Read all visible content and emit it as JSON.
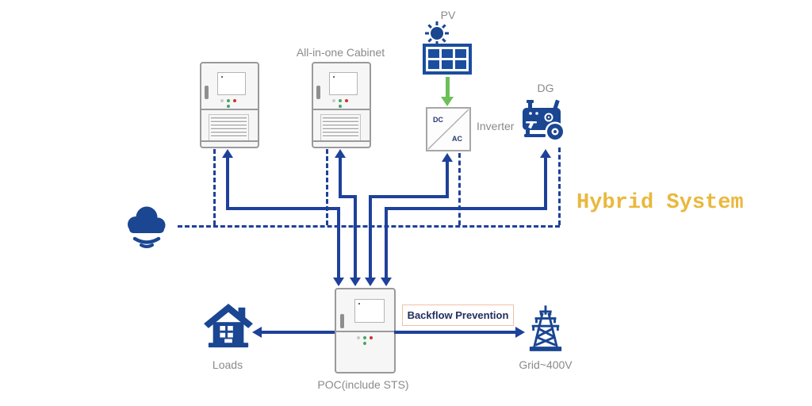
{
  "title": "Hybrid System",
  "labels": {
    "cabinet": "All-in-one Cabinet",
    "pv": "PV",
    "dg": "DG",
    "inverter": "Inverter",
    "inverter_dc": "DC",
    "inverter_ac": "AC",
    "loads": "Loads",
    "grid": "Grid~400V",
    "poc": "POC(include STS)",
    "backflow": "Backflow Prevention"
  },
  "colors": {
    "line_blue": "#1e4199",
    "icon_navy": "#1a4692",
    "panel_blue": "#1a4e9e",
    "green_arrow": "#6dbf57",
    "gold_title": "#e9b83d",
    "label_gray": "#8a8a8a",
    "backflow_border": "#f2bfa8",
    "backflow_text": "#232e5e",
    "cabinet_border": "#9a9a9a",
    "cabinet_fill": "#f6f6f6",
    "led_red": "#d0342c",
    "led_green": "#4aa562"
  }
}
